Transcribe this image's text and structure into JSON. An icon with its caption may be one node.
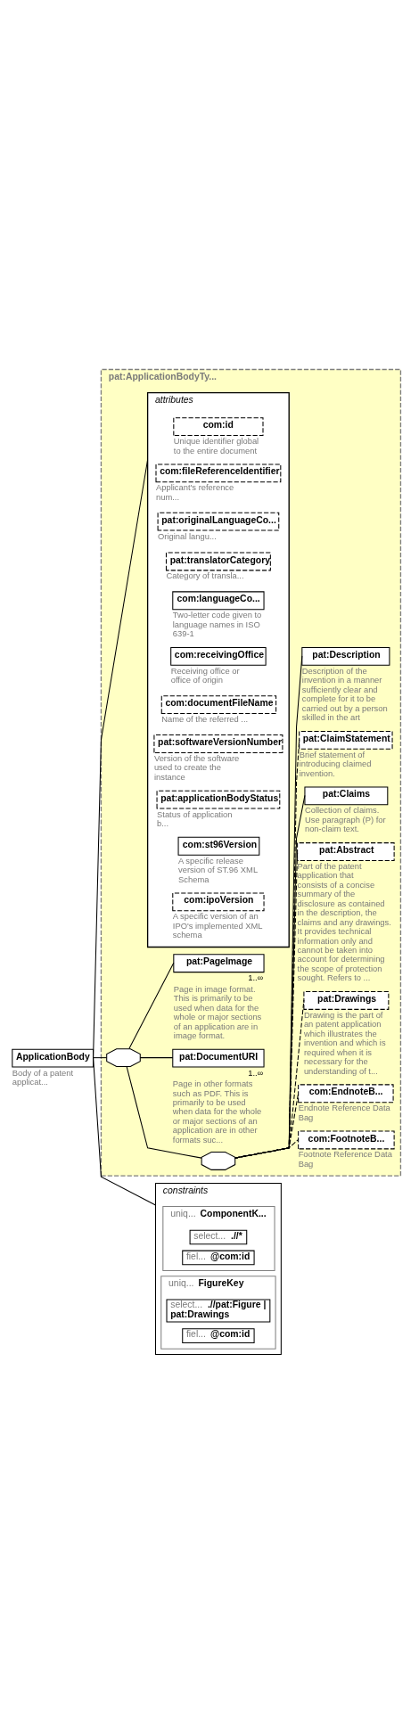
{
  "diagram": {
    "nodes": [
      {
        "text": [
          "ApplicationBody"
        ],
        "beside": [
          "Body of a patent applicat..."
        ]
      },
      {
        "text": [
          "pat:ApplicationBodyTy..."
        ]
      },
      {
        "text": [
          "attributes"
        ],
        "in": 1
      },
      {
        "text": [
          "com:id"
        ],
        "beside": [
          "Unique identifier global to the entire document"
        ],
        "in": 2
      },
      {
        "text": [
          "com:fileReferenceIdentifier"
        ],
        "beside": [
          "Applicant's reference num..."
        ],
        "in": 2
      },
      {
        "text": [
          "pat:originalLanguageCo..."
        ],
        "beside": [
          "Original langu..."
        ],
        "in": 2
      },
      {
        "text": [
          "pat:translatorCategory"
        ],
        "beside": [
          "Category of transla..."
        ],
        "in": 2
      },
      {
        "text": [
          "com:languageCo..."
        ],
        "beside": [
          "Two-letter code given to language names in ISO 639-1"
        ],
        "in": 2
      },
      {
        "text": [
          "com:receivingOffice"
        ],
        "beside": [
          "Receiving office or office of origin"
        ],
        "in": 2
      },
      {
        "text": [
          "com:documentFileName"
        ],
        "beside": [
          "Name of the referred ..."
        ],
        "in": 2
      },
      {
        "text": [
          "pat:softwareVersionNumber"
        ],
        "beside": [
          "Version of the software used to create the instance"
        ],
        "in": 2
      },
      {
        "text": [
          "pat:applicationBodyStatus"
        ],
        "beside": [
          "Status of application b..."
        ],
        "in": 2
      },
      {
        "text": [
          "com:st96Version"
        ],
        "beside": [
          "A specific release version of ST.96 XML Schema"
        ],
        "in": 2
      },
      {
        "text": [
          "com:ipoVersion"
        ],
        "beside": [
          "A specific version of an IPO's implemented XML schema"
        ],
        "in": 2
      },
      {
        "text": [],
        "shape": "octagon",
        "in": 1
      },
      {
        "text": [
          "pat:PageImage"
        ],
        "beside": [
          "1..∞",
          "Page in image format. This is primarily to be used when data for the whole or major sections of an application are in image format."
        ],
        "in": 1
      },
      {
        "text": [
          "pat:DocumentURI"
        ],
        "beside": [
          "1..∞",
          "Page in other formats such as PDF. This is primarily to be used when data for the whole or major sections of an application are in other formats suc..."
        ],
        "in": 1
      },
      {
        "text": [],
        "shape": "octagon",
        "in": 1
      },
      {
        "text": [
          "pat:Description"
        ],
        "beside": [
          "Description of the invention in a manner sufficiently clear and complete for it to be carried out by a person skilled in the art"
        ],
        "in": 1
      },
      {
        "text": [
          "pat:ClaimStatement"
        ],
        "beside": [
          "Brief statement of introducing claimed invention."
        ],
        "in": 1
      },
      {
        "text": [
          "pat:Claims"
        ],
        "beside": [
          "Collection of claims. Use paragraph (P) for non-claim text."
        ],
        "in": 1
      },
      {
        "text": [
          "pat:Abstract"
        ],
        "beside": [
          "Part of the patent application that consists of a concise summary of the disclosure as contained in the description, the claims and any drawings. It provides technical information only and cannot be taken into account for determining the scope of protection sought. Refers to ..."
        ],
        "in": 1
      },
      {
        "text": [
          "pat:Drawings"
        ],
        "beside": [
          "Drawing is the part of an patent application which illustrates the invention and which is required when it is necessary for the understanding of t..."
        ],
        "in": 1
      },
      {
        "text": [
          "com:EndnoteB..."
        ],
        "beside": [
          "Endnote Reference Data Bag"
        ],
        "in": 1
      },
      {
        "text": [
          "com:FootnoteB..."
        ],
        "beside": [
          "Footnote Reference Data Bag"
        ],
        "in": 1
      },
      {
        "text": [
          "constraints"
        ]
      },
      {
        "text": [
          "uniq...",
          "ComponentK..."
        ],
        "in": 25
      },
      {
        "text": [
          "select...",
          ".//*"
        ],
        "in": 26
      },
      {
        "text": [
          "fiel...",
          "@com:id"
        ],
        "in": 26
      },
      {
        "text": [
          "uniq...",
          "FigureKey"
        ],
        "in": 25
      },
      {
        "text": [
          "select...",
          ".//pat:Figure | pat:Drawings"
        ],
        "in": 29
      },
      {
        "text": [
          "fiel...",
          "@com:id"
        ],
        "in": 29
      }
    ],
    "edges": [
      {
        "from": 0,
        "to": 2,
        "arrow": "none"
      },
      {
        "from": 0,
        "to": 14,
        "arrow": "none"
      },
      {
        "from": 0,
        "to": 25,
        "arrow": "none"
      },
      {
        "from": 14,
        "to": 15,
        "arrow": "none"
      },
      {
        "from": 14,
        "to": 16,
        "arrow": "none"
      },
      {
        "from": 14,
        "to": 17,
        "arrow": "none"
      },
      {
        "from": 17,
        "to": 18,
        "arrow": "none"
      },
      {
        "from": 17,
        "to": 19,
        "arrow": "none",
        "style": "dashed"
      },
      {
        "from": 17,
        "to": 20,
        "arrow": "none"
      },
      {
        "from": 17,
        "to": 21,
        "arrow": "none",
        "style": "dashed"
      },
      {
        "from": 17,
        "to": 22,
        "arrow": "none",
        "style": "dashed"
      },
      {
        "from": 17,
        "to": 23,
        "arrow": "none",
        "style": "dashed"
      },
      {
        "from": 17,
        "to": 24,
        "arrow": "none",
        "style": "dashed"
      }
    ]
  }
}
